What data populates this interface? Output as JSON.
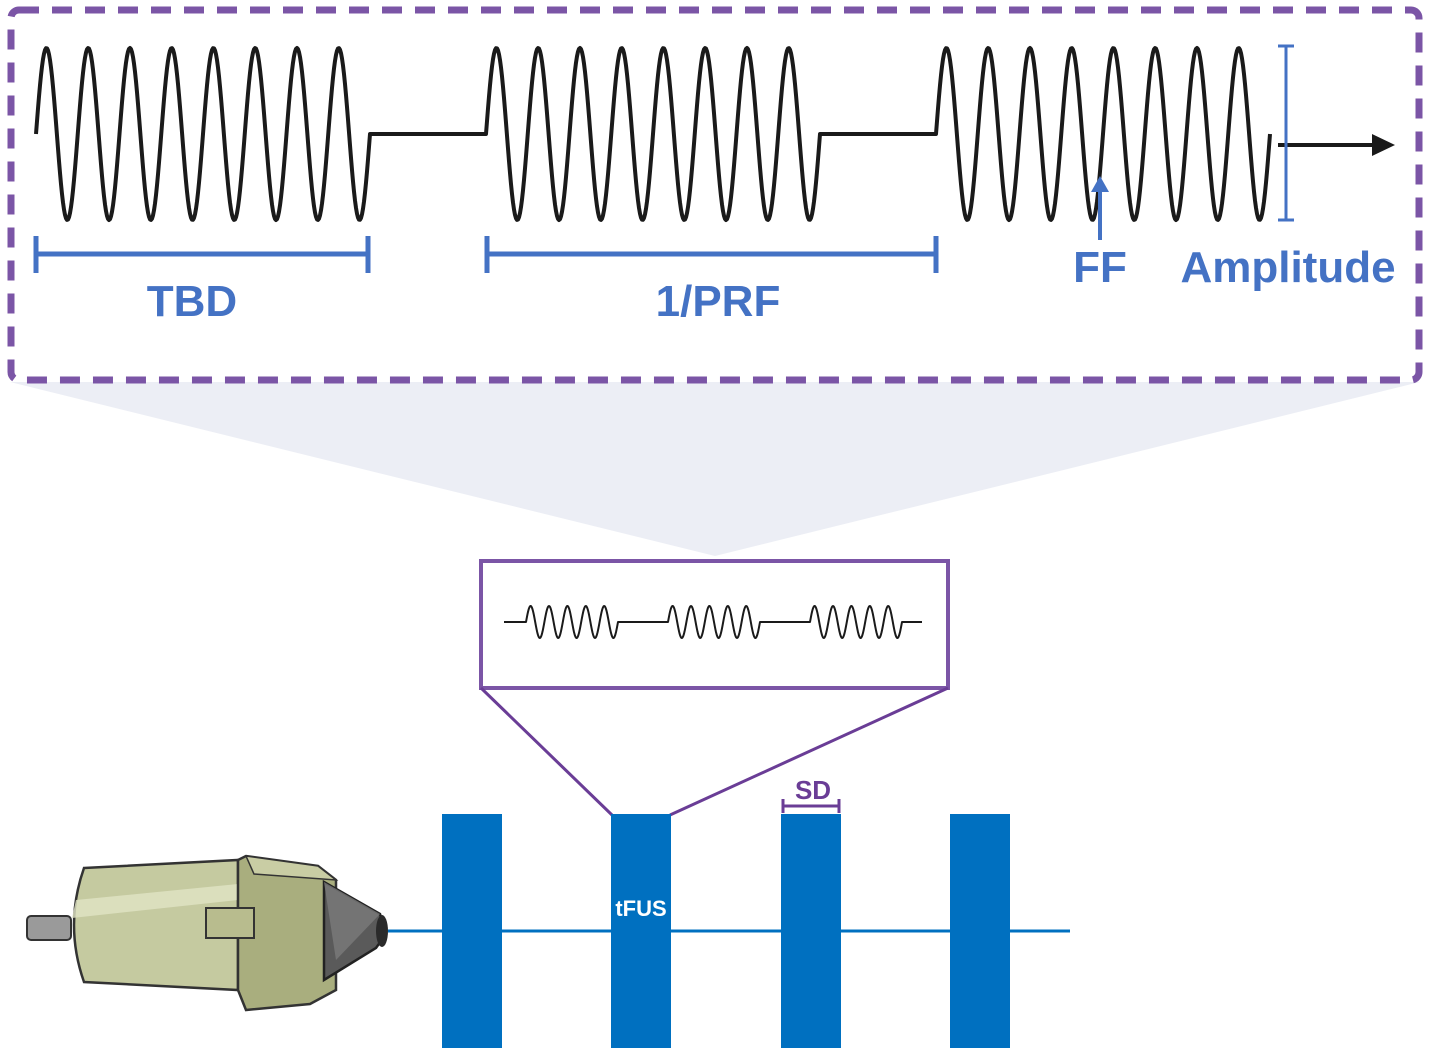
{
  "colors": {
    "frame_purple": "#7b55a6",
    "frame_purple_dark": "#6a3d96",
    "label_blue": "#4472c4",
    "pulse_blue": "#0070c0",
    "wave_black": "#1a1a1a",
    "shade": "#eceef5",
    "transducer_body": "#c5caa0",
    "transducer_dark": "#8f9466",
    "transducer_tip": "#555555"
  },
  "labels": {
    "tbd": "TBD",
    "prf": "1/PRF",
    "ff": "FF",
    "amplitude": "Amplitude",
    "sd": "SD",
    "tfus": "tFUS"
  },
  "icons": {
    "transducer": "ultrasound-transducer-icon",
    "time_arrow": "arrow-right-icon",
    "ff_arrow": "arrow-up-icon"
  },
  "diagram": {
    "bursts_in_zoom": 3,
    "cycles_per_burst": 8,
    "pulses_in_train": 4,
    "mini_bursts": 3,
    "mini_cycles_per_burst": 5
  }
}
